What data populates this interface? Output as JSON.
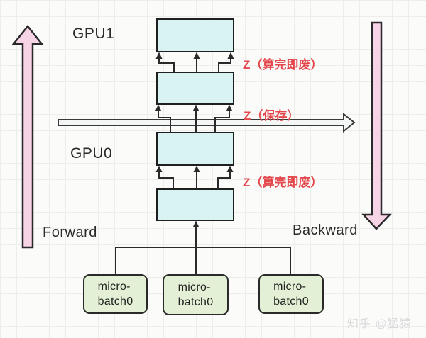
{
  "labels": {
    "gpu1": "GPU1",
    "gpu0": "GPU0",
    "forward": "Forward",
    "backward": "Backward"
  },
  "annotations": {
    "z_discard_top": "Z（算完即废）",
    "z_save": "Z（保存）",
    "z_discard_bottom": "Z（算完即废）"
  },
  "micro_batches": [
    {
      "label": "micro-\nbatch0"
    },
    {
      "label": "micro-\nbatch0"
    },
    {
      "label": "micro-\nbatch0"
    }
  ],
  "watermark": "知乎 @猛猿",
  "colors": {
    "layer_box_fill": "#d9f3f3",
    "batch_box_fill": "#e3f0d5",
    "direction_arrow_fill": "#f7d3e6",
    "save_arrow_fill": "#f4f6f6",
    "annotation_red": "#e4484c",
    "line_dark": "#2a2a2a"
  }
}
